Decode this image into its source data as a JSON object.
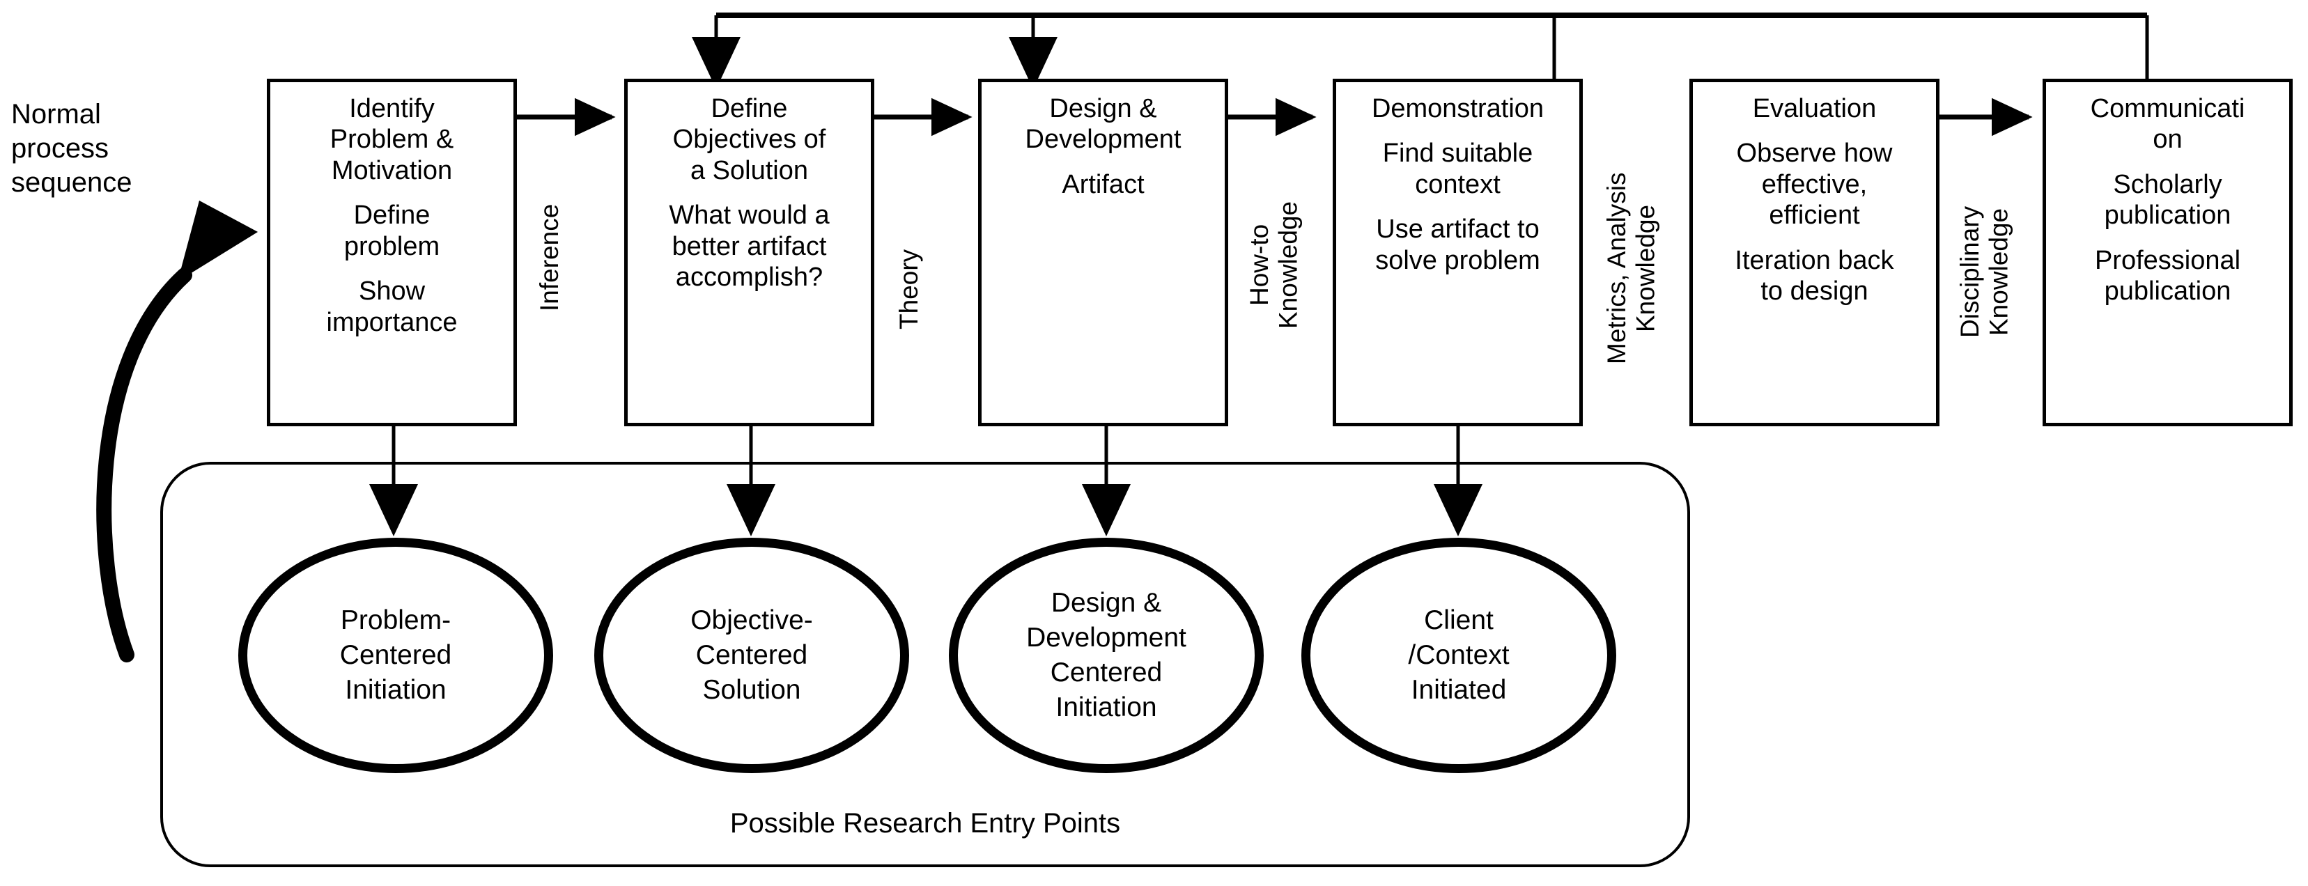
{
  "diagram": {
    "left_caption": "Normal\nprocess\nsequence",
    "entry_points_caption": "Possible Research Entry Points"
  },
  "process_steps": [
    {
      "title": "Identify\nProblem &\nMotivation",
      "details": [
        "Define\nproblem",
        "Show\nimportance"
      ]
    },
    {
      "title": "Define\nObjectives of\na Solution",
      "details": [
        "What would a\nbetter artifact\naccomplish?"
      ]
    },
    {
      "title": "Design &\nDevelopment",
      "details": [
        "Artifact"
      ]
    },
    {
      "title": "Demonstration",
      "details": [
        "Find suitable\ncontext",
        "Use artifact to\nsolve problem"
      ]
    },
    {
      "title": "Evaluation",
      "details": [
        "Observe how\neffective,\nefficient",
        "Iteration back\nto design"
      ]
    },
    {
      "title": "Communicati\non",
      "details": [
        "Scholarly\npublication",
        "Professional\npublication"
      ]
    }
  ],
  "edge_labels": [
    "Inference",
    "Theory",
    "How-to\nKnowledge",
    "Metrics, Analysis\nKnowledge",
    "Disciplinary\nKnowledge"
  ],
  "entry_points": [
    "Problem-\nCentered\nInitiation",
    "Objective-\nCentered\nSolution",
    "Design &\nDevelopment\nCentered\nInitiation",
    "Client\n/Context\nInitiated"
  ],
  "colors": {
    "stroke": "#000000",
    "background": "#ffffff"
  }
}
